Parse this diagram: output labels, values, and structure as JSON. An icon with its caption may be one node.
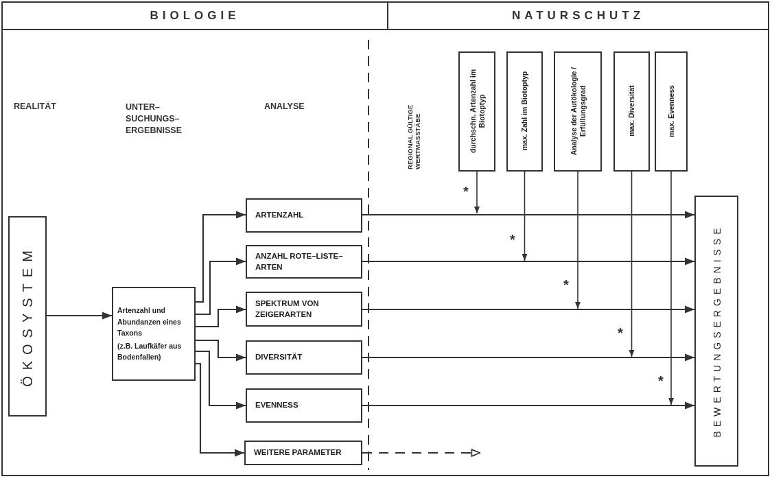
{
  "diagram": {
    "nodes": [
      {
        "text": [
          "BIOLOGIE"
        ]
      },
      {
        "text": [
          "NATURSCHUTZ"
        ]
      },
      {
        "text": [
          "ÖKOSYSTEM"
        ]
      },
      {
        "text": [
          "Artenzahl und Abundanzen eines Taxons",
          "(z.B. Laufkäfer aus Bodenfallen)"
        ]
      },
      {
        "text": [
          "ARTENZAHL"
        ]
      },
      {
        "text": [
          "ANZAHL ROTE–LISTE–ARTEN"
        ]
      },
      {
        "text": [
          "SPEKTRUM VON ZEIGERARTEN"
        ]
      },
      {
        "text": [
          "DIVERSITÄT"
        ]
      },
      {
        "text": [
          "EVENNESS"
        ]
      },
      {
        "text": [
          "WEITERE PARAMETER"
        ]
      },
      {
        "text": [
          "BEWERTUNGSERGEBNISSE"
        ]
      },
      {
        "text": [
          "durchschn. Artenzahl im Biotoptyp"
        ]
      },
      {
        "text": [
          "max. Zahl im Biotoptyp"
        ]
      },
      {
        "text": [
          "Analyse der Autökologie / Erfüllungsgrad"
        ]
      },
      {
        "text": [
          "max. Diversität"
        ]
      },
      {
        "text": [
          "max. Evenness"
        ]
      }
    ],
    "edges": [
      {
        "from": 2,
        "to": 3,
        "arrow": "to"
      },
      {
        "from": 3,
        "to": 4,
        "arrow": "to"
      },
      {
        "from": 3,
        "to": 5,
        "arrow": "to"
      },
      {
        "from": 3,
        "to": 6,
        "arrow": "to"
      },
      {
        "from": 3,
        "to": 7,
        "arrow": "to"
      },
      {
        "from": 3,
        "to": 8,
        "arrow": "to"
      },
      {
        "from": 3,
        "to": 9,
        "arrow": "to"
      },
      {
        "from": 4,
        "to": 10,
        "arrow": "to"
      },
      {
        "from": 5,
        "to": 10,
        "arrow": "to"
      },
      {
        "from": 6,
        "to": 10,
        "arrow": "to"
      },
      {
        "from": 7,
        "to": 10,
        "arrow": "to"
      },
      {
        "from": 8,
        "to": 10,
        "arrow": "to"
      },
      {
        "from": 9,
        "to": null,
        "arrow": "to",
        "style": "dashed"
      },
      {
        "from": 11,
        "to": null,
        "arrow": "to"
      },
      {
        "from": 12,
        "to": null,
        "arrow": "to"
      },
      {
        "from": 13,
        "to": null,
        "arrow": "to"
      },
      {
        "from": 14,
        "to": null,
        "arrow": "to"
      },
      {
        "from": 15,
        "to": null,
        "arrow": "to"
      }
    ],
    "labels": [
      "REALITÄT",
      "UNTER– SUCHUNGS– ERGEBNISSE",
      "ANALYSE",
      "REGIONAL GÜLTIGE WERTMASSTÄBE",
      "*",
      "*",
      "*",
      "*",
      "*"
    ]
  }
}
